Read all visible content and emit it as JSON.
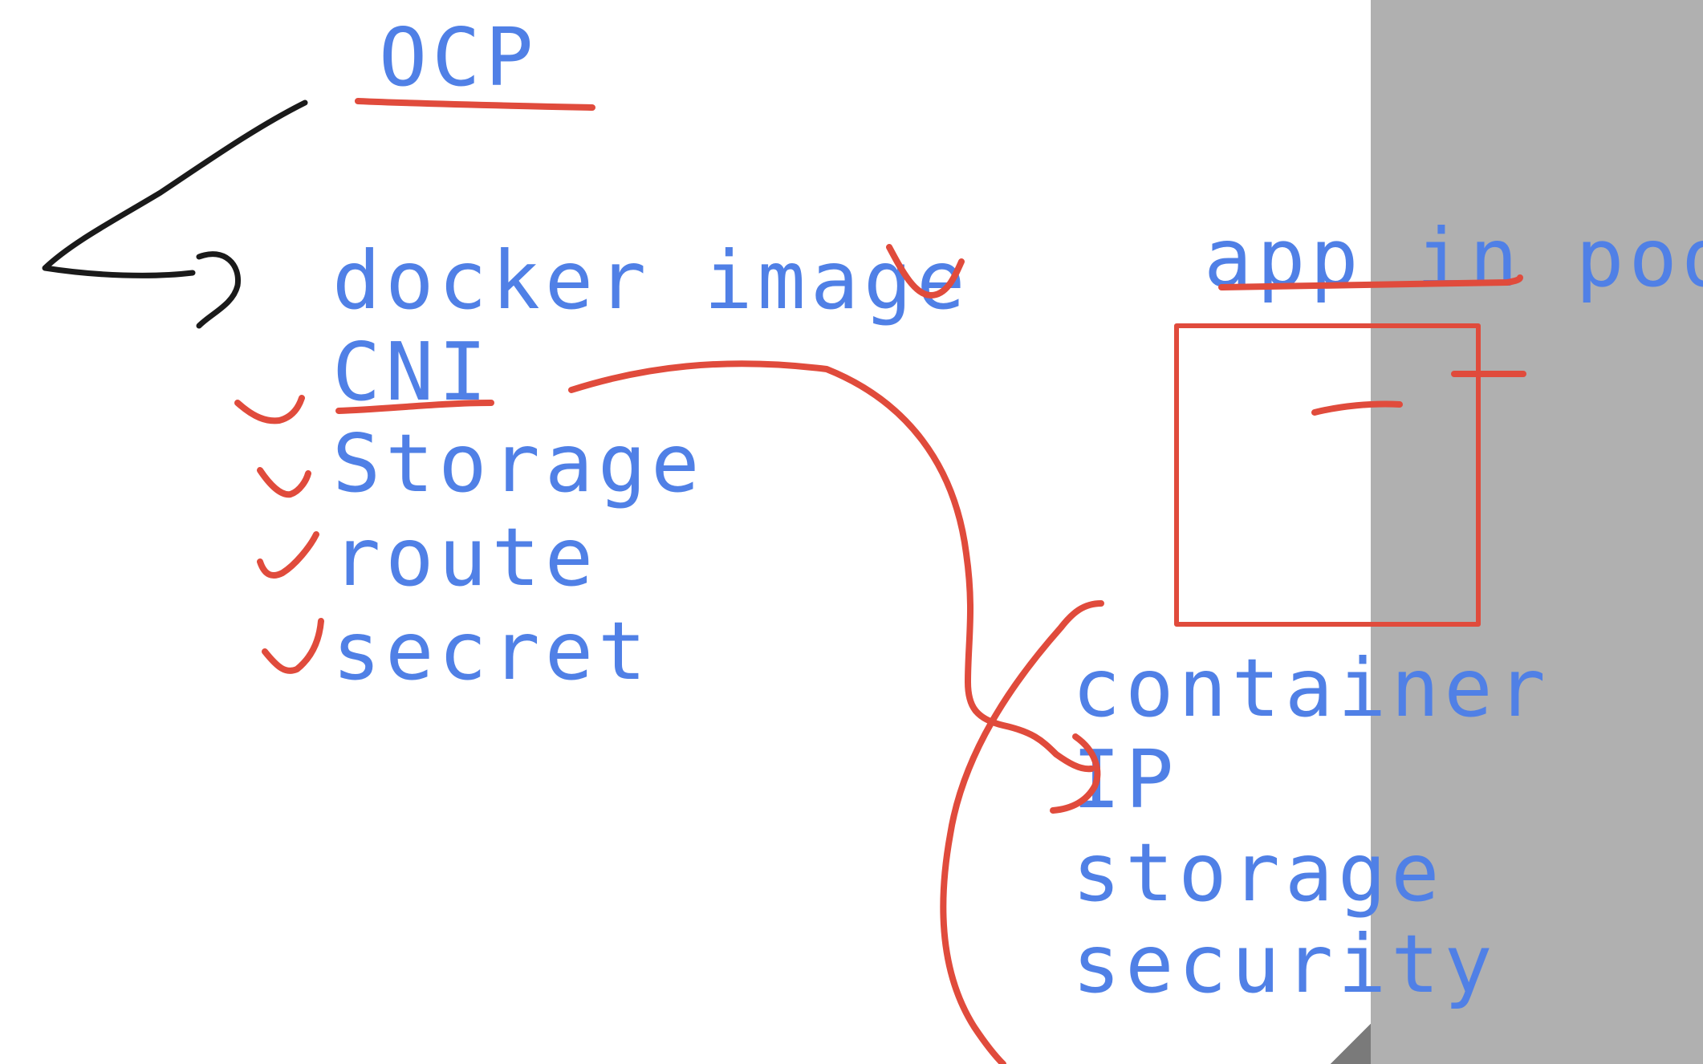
{
  "canvas": {
    "background": "#ffffff",
    "side_panel_color": "#b0b0b0",
    "ink_colors": {
      "text": "#5080e6",
      "annotation": "#e04b3c",
      "pen": "#1a1a1a"
    }
  },
  "notes": {
    "title": "OCP",
    "checklist": [
      "docker image",
      "CNI",
      "Storage",
      "route",
      "secret"
    ],
    "pod_heading": "app in pod",
    "container_list": [
      "container",
      "IP",
      "storage",
      "security"
    ]
  }
}
